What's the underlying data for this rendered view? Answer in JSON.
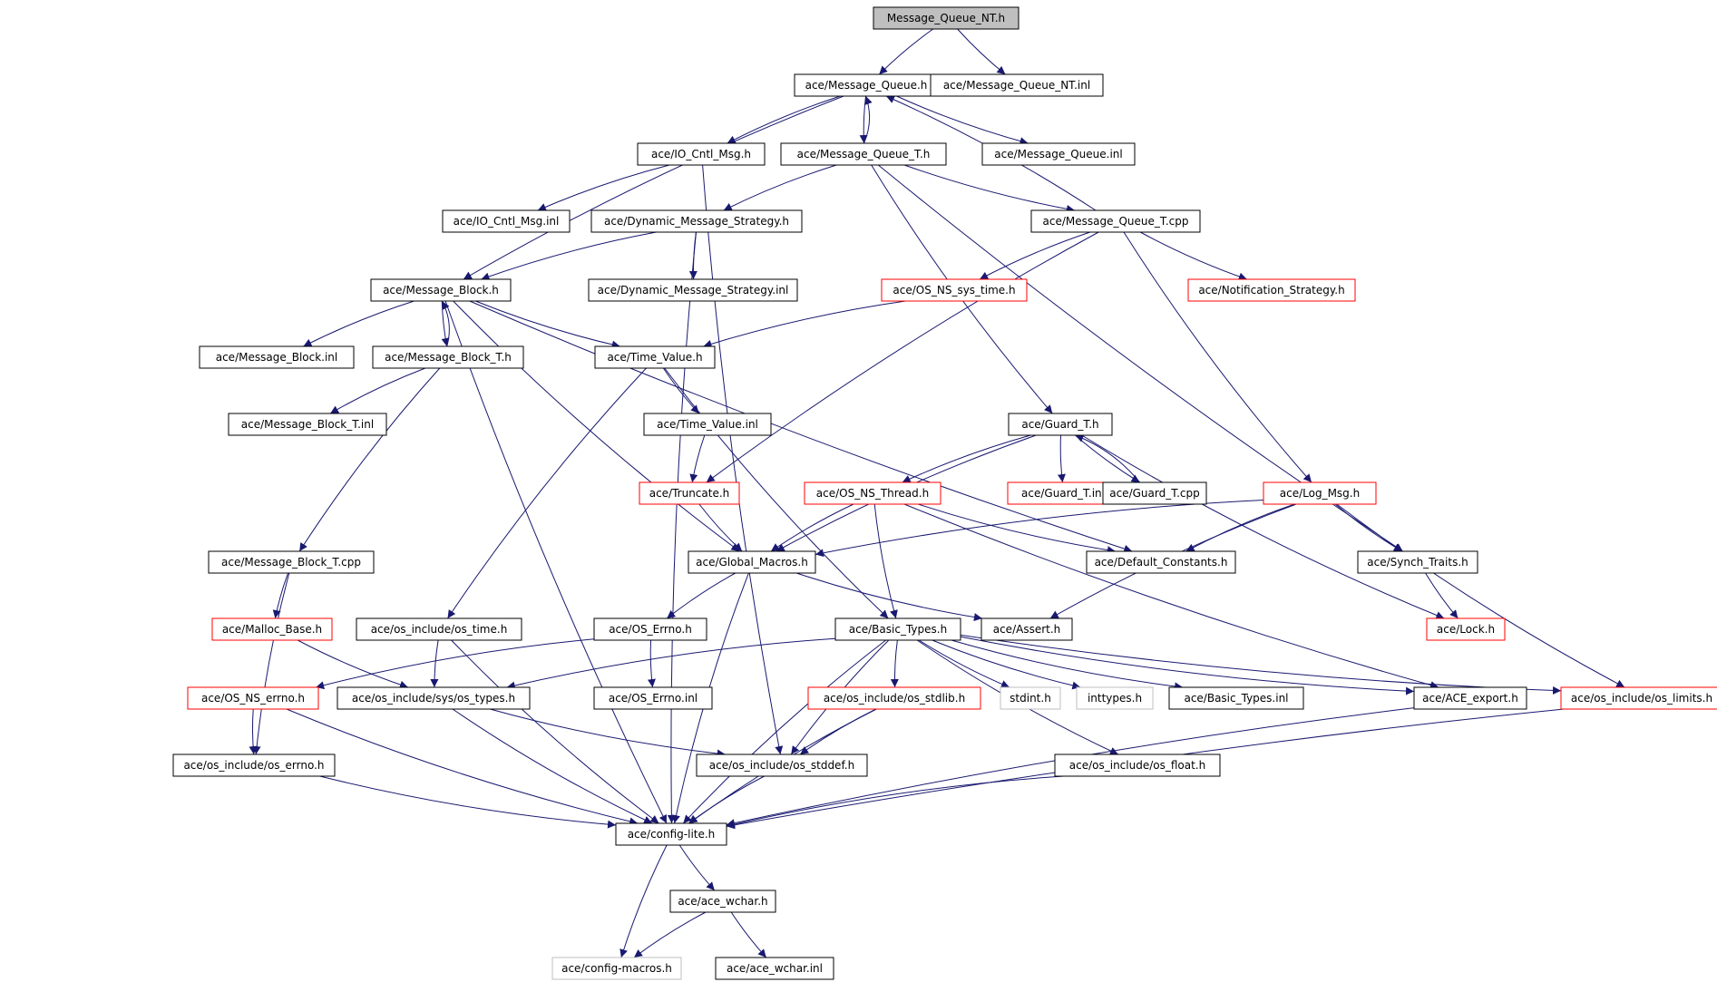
{
  "colors": {
    "edge": "#191970",
    "root_fill": "#bfbfbf",
    "border_black": "#000000",
    "border_red": "#ff0000",
    "border_gray": "#bfbfbf",
    "text_default": "#000000",
    "text_gray": "#666666"
  },
  "nodes": [
    {
      "id": "mqnt",
      "label": "Message_Queue_NT.h",
      "style": "root"
    },
    {
      "id": "mq",
      "label": "ace/Message_Queue.h",
      "style": "normal"
    },
    {
      "id": "mqntinl",
      "label": "ace/Message_Queue_NT.inl",
      "style": "normal"
    },
    {
      "id": "ioc",
      "label": "ace/IO_Cntl_Msg.h",
      "style": "normal"
    },
    {
      "id": "mqt",
      "label": "ace/Message_Queue_T.h",
      "style": "normal"
    },
    {
      "id": "mqinl",
      "label": "ace/Message_Queue.inl",
      "style": "normal"
    },
    {
      "id": "iocinl",
      "label": "ace/IO_Cntl_Msg.inl",
      "style": "normal"
    },
    {
      "id": "dms",
      "label": "ace/Dynamic_Message_Strategy.h",
      "style": "normal"
    },
    {
      "id": "mqtcpp",
      "label": "ace/Message_Queue_T.cpp",
      "style": "normal"
    },
    {
      "id": "mb",
      "label": "ace/Message_Block.h",
      "style": "normal"
    },
    {
      "id": "dmsinl",
      "label": "ace/Dynamic_Message_Strategy.inl",
      "style": "normal"
    },
    {
      "id": "osnst",
      "label": "ace/OS_NS_sys_time.h",
      "style": "red"
    },
    {
      "id": "ns",
      "label": "ace/Notification_Strategy.h",
      "style": "red"
    },
    {
      "id": "mbinl",
      "label": "ace/Message_Block.inl",
      "style": "normal"
    },
    {
      "id": "mbt",
      "label": "ace/Message_Block_T.h",
      "style": "normal"
    },
    {
      "id": "tv",
      "label": "ace/Time_Value.h",
      "style": "normal"
    },
    {
      "id": "mbtinl",
      "label": "ace/Message_Block_T.inl",
      "style": "normal"
    },
    {
      "id": "tvinl",
      "label": "ace/Time_Value.inl",
      "style": "normal"
    },
    {
      "id": "gt",
      "label": "ace/Guard_T.h",
      "style": "normal"
    },
    {
      "id": "trunc",
      "label": "ace/Truncate.h",
      "style": "red"
    },
    {
      "id": "osnsth",
      "label": "ace/OS_NS_Thread.h",
      "style": "red"
    },
    {
      "id": "gtinl",
      "label": "ace/Guard_T.inl",
      "style": "red"
    },
    {
      "id": "gtcpp",
      "label": "ace/Guard_T.cpp",
      "style": "normal"
    },
    {
      "id": "lm",
      "label": "ace/Log_Msg.h",
      "style": "red"
    },
    {
      "id": "mbtcpp",
      "label": "ace/Message_Block_T.cpp",
      "style": "normal"
    },
    {
      "id": "gm",
      "label": "ace/Global_Macros.h",
      "style": "normal"
    },
    {
      "id": "dc",
      "label": "ace/Default_Constants.h",
      "style": "normal"
    },
    {
      "id": "st",
      "label": "ace/Synch_Traits.h",
      "style": "normal"
    },
    {
      "id": "mab",
      "label": "ace/Malloc_Base.h",
      "style": "red"
    },
    {
      "id": "ostime",
      "label": "ace/os_include/os_time.h",
      "style": "normal"
    },
    {
      "id": "oserr",
      "label": "ace/OS_Errno.h",
      "style": "normal"
    },
    {
      "id": "bt",
      "label": "ace/Basic_Types.h",
      "style": "normal"
    },
    {
      "id": "assert",
      "label": "ace/Assert.h",
      "style": "normal"
    },
    {
      "id": "lock",
      "label": "ace/Lock.h",
      "style": "red"
    },
    {
      "id": "osnserr",
      "label": "ace/OS_NS_errno.h",
      "style": "red"
    },
    {
      "id": "systypes",
      "label": "ace/os_include/sys/os_types.h",
      "style": "normal"
    },
    {
      "id": "oserrinl",
      "label": "ace/OS_Errno.inl",
      "style": "normal"
    },
    {
      "id": "osstdlib",
      "label": "ace/os_include/os_stdlib.h",
      "style": "red"
    },
    {
      "id": "stdint",
      "label": "stdint.h",
      "style": "gray"
    },
    {
      "id": "inttypes",
      "label": "inttypes.h",
      "style": "gray"
    },
    {
      "id": "btinl",
      "label": "ace/Basic_Types.inl",
      "style": "normal"
    },
    {
      "id": "export",
      "label": "ace/ACE_export.h",
      "style": "normal"
    },
    {
      "id": "limits",
      "label": "ace/os_include/os_limits.h",
      "style": "red"
    },
    {
      "id": "oserrnoh",
      "label": "ace/os_include/os_errno.h",
      "style": "normal"
    },
    {
      "id": "osstddef",
      "label": "ace/os_include/os_stddef.h",
      "style": "normal"
    },
    {
      "id": "osfloat",
      "label": "ace/os_include/os_float.h",
      "style": "normal"
    },
    {
      "id": "cfg",
      "label": "ace/config-lite.h",
      "style": "normal"
    },
    {
      "id": "wchar",
      "label": "ace/ace_wchar.h",
      "style": "normal"
    },
    {
      "id": "macros",
      "label": "ace/config-macros.h",
      "style": "gray"
    },
    {
      "id": "wcharinl",
      "label": "ace/ace_wchar.inl",
      "style": "normal"
    }
  ],
  "edges": [
    [
      "mqnt",
      "mq"
    ],
    [
      "mqnt",
      "mqntinl"
    ],
    [
      "mq",
      "ioc"
    ],
    [
      "mq",
      "mqt"
    ],
    [
      "mq",
      "mqinl"
    ],
    [
      "mq",
      "mb"
    ],
    [
      "mqt",
      "mq"
    ],
    [
      "mqt",
      "mqtcpp"
    ],
    [
      "mqt",
      "dms"
    ],
    [
      "mqt",
      "gt"
    ],
    [
      "mqt",
      "st"
    ],
    [
      "ioc",
      "iocinl"
    ],
    [
      "ioc",
      "osstddef"
    ],
    [
      "dms",
      "mb"
    ],
    [
      "dms",
      "dmsinl"
    ],
    [
      "dms",
      "cfg"
    ],
    [
      "mqtcpp",
      "mq"
    ],
    [
      "mqtcpp",
      "osnst"
    ],
    [
      "mqtcpp",
      "ns"
    ],
    [
      "mqtcpp",
      "lm"
    ],
    [
      "mqtcpp",
      "trunc"
    ],
    [
      "mb",
      "mbinl"
    ],
    [
      "mb",
      "mbt"
    ],
    [
      "mb",
      "tv"
    ],
    [
      "mb",
      "gm"
    ],
    [
      "mb",
      "dc"
    ],
    [
      "mb",
      "cfg"
    ],
    [
      "mbt",
      "mb"
    ],
    [
      "mbt",
      "mbtinl"
    ],
    [
      "mbt",
      "mbtcpp"
    ],
    [
      "osnst",
      "tv"
    ],
    [
      "tv",
      "tvinl"
    ],
    [
      "tv",
      "ostime"
    ],
    [
      "tv",
      "bt"
    ],
    [
      "tvinl",
      "trunc"
    ],
    [
      "trunc",
      "gm"
    ],
    [
      "gt",
      "gtinl"
    ],
    [
      "gt",
      "gtcpp"
    ],
    [
      "gt",
      "osnsth"
    ],
    [
      "gt",
      "gm"
    ],
    [
      "gt",
      "lock"
    ],
    [
      "gtcpp",
      "gt"
    ],
    [
      "osnsth",
      "gm"
    ],
    [
      "osnsth",
      "dc"
    ],
    [
      "osnsth",
      "bt"
    ],
    [
      "osnsth",
      "export"
    ],
    [
      "lm",
      "gm"
    ],
    [
      "lm",
      "dc"
    ],
    [
      "lm",
      "st"
    ],
    [
      "lm",
      "assert"
    ],
    [
      "lm",
      "limits"
    ],
    [
      "mbtcpp",
      "mab"
    ],
    [
      "mbtcpp",
      "oserrnoh"
    ],
    [
      "gm",
      "oserr"
    ],
    [
      "gm",
      "assert"
    ],
    [
      "gm",
      "cfg"
    ],
    [
      "st",
      "lock"
    ],
    [
      "mab",
      "systypes"
    ],
    [
      "ostime",
      "systypes"
    ],
    [
      "ostime",
      "cfg"
    ],
    [
      "oserr",
      "osnserr"
    ],
    [
      "oserr",
      "oserrinl"
    ],
    [
      "bt",
      "systypes"
    ],
    [
      "bt",
      "osstdlib"
    ],
    [
      "bt",
      "osstddef"
    ],
    [
      "bt",
      "stdint"
    ],
    [
      "bt",
      "inttypes"
    ],
    [
      "bt",
      "btinl"
    ],
    [
      "bt",
      "export"
    ],
    [
      "bt",
      "limits"
    ],
    [
      "bt",
      "osfloat"
    ],
    [
      "bt",
      "cfg"
    ],
    [
      "osnserr",
      "oserrnoh"
    ],
    [
      "osnserr",
      "cfg"
    ],
    [
      "systypes",
      "osstddef"
    ],
    [
      "systypes",
      "cfg"
    ],
    [
      "osstdlib",
      "osstddef"
    ],
    [
      "osstdlib",
      "cfg"
    ],
    [
      "export",
      "cfg"
    ],
    [
      "limits",
      "cfg"
    ],
    [
      "oserrnoh",
      "cfg"
    ],
    [
      "osstddef",
      "cfg"
    ],
    [
      "osfloat",
      "cfg"
    ],
    [
      "cfg",
      "wchar"
    ],
    [
      "cfg",
      "macros"
    ],
    [
      "wchar",
      "macros"
    ],
    [
      "wchar",
      "wcharinl"
    ]
  ]
}
